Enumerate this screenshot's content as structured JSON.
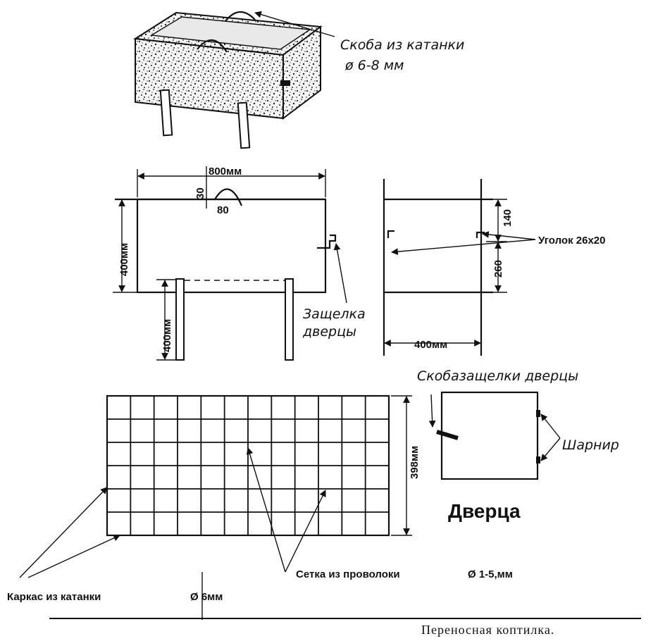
{
  "labels": {
    "top_bracket": "Скоба из катанки",
    "top_bracket_dia": "ø 6-8 мм",
    "dim_width": "800мм",
    "dim_handle_h": "30",
    "dim_handle_w": "80",
    "dim_height": "400мм",
    "dim_legs": "400мм",
    "latch": "Защелка",
    "latch2": "дверцы",
    "dim_140": "140",
    "dim_260": "260",
    "angle": "Уголок 26х20",
    "dim_side": "400мм",
    "door_latch_bracket": "Скобазащелки дверцы",
    "hinge": "Шарнир",
    "dim_398": "398мм",
    "door_title": "Дверца",
    "mesh": "Сетка из проволоки",
    "mesh_dia": "Ø 1-5,мм",
    "frame": "Каркас из катанки",
    "frame_dia": "Ø 6мм",
    "caption": "Переносная коптилка."
  }
}
